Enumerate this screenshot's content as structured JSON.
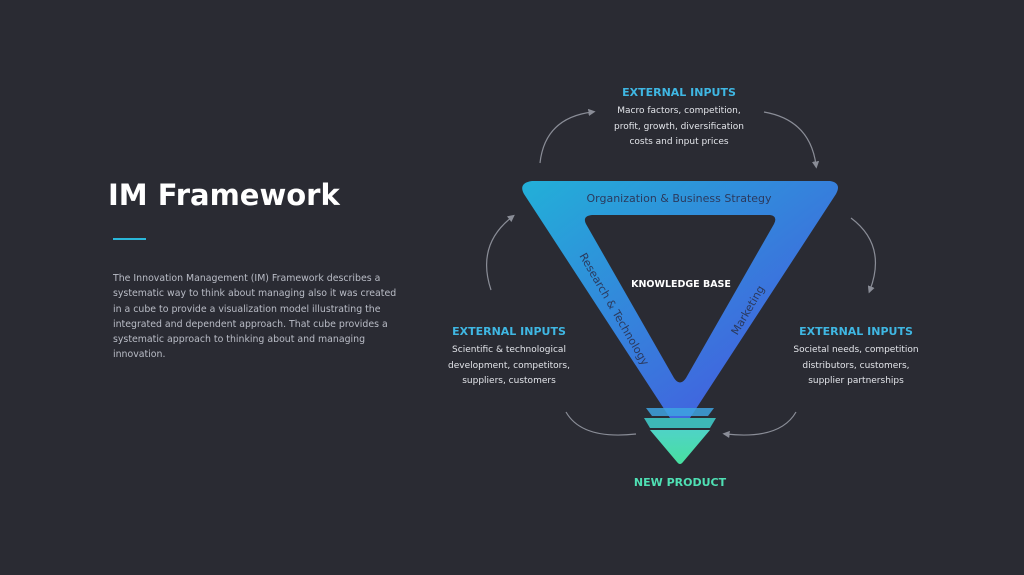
{
  "slide": {
    "title": "IM Framework",
    "description": "The Innovation Management (IM) Framework describes a systematic way to think about managing also it was created in a cube to provide a visualization model illustrating the integrated and dependent approach. That cube provides a systematic approach to thinking about and managing innovation."
  },
  "diagram": {
    "sides": {
      "top": "Organization & Business Strategy",
      "left": "Research & Technology",
      "right": "Marketing"
    },
    "center_label": "KNOWLEDGE BASE",
    "output_label": "NEW PRODUCT",
    "external_inputs": {
      "top": {
        "heading": "EXTERNAL INPUTS",
        "lines": [
          "Macro factors, competition,",
          "profit, growth, diversification",
          "costs and input prices"
        ]
      },
      "left": {
        "heading": "EXTERNAL INPUTS",
        "lines": [
          "Scientific & technological",
          "development, competitors,",
          "suppliers, customers"
        ]
      },
      "right": {
        "heading": "EXTERNAL INPUTS",
        "lines": [
          "Societal needs, competition",
          "distributors, customers,",
          "supplier partnerships"
        ]
      }
    }
  },
  "colors": {
    "background": "#2a2b33",
    "accent": "#2ab7d9",
    "triangle_start": "#22b0d8",
    "triangle_end": "#4a4fe0",
    "output": "#4fe0b4"
  }
}
